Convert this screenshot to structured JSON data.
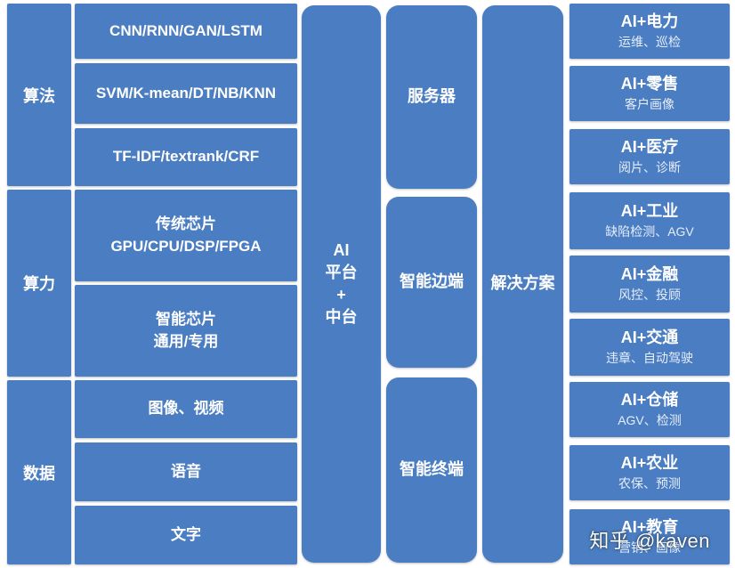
{
  "categories": [
    {
      "label": "算法",
      "items": [
        {
          "lines": [
            "CNN/RNN/GAN/LSTM"
          ]
        },
        {
          "lines": [
            "SVM/K-mean/DT/NB/KNN"
          ]
        },
        {
          "lines": [
            "TF-IDF/textrank/CRF"
          ]
        }
      ]
    },
    {
      "label": "算力",
      "items": [
        {
          "lines": [
            "传统芯片",
            "GPU/CPU/DSP/FPGA"
          ]
        },
        {
          "lines": [
            "智能芯片",
            "通用/专用"
          ]
        }
      ]
    },
    {
      "label": "数据",
      "items": [
        {
          "lines": [
            "图像、视频"
          ]
        },
        {
          "lines": [
            "语音"
          ]
        },
        {
          "lines": [
            "文字"
          ]
        }
      ]
    }
  ],
  "platform": {
    "lines": [
      "AI",
      "平台",
      "+",
      "中台"
    ]
  },
  "deployment": [
    "服务器",
    "智能边端",
    "智能终端"
  ],
  "solution": "解决方案",
  "industries": [
    {
      "title": "AI+电力",
      "sub": "运维、巡检"
    },
    {
      "title": "AI+零售",
      "sub": "客户画像"
    },
    {
      "title": "AI+医疗",
      "sub": "阅片、诊断"
    },
    {
      "title": "AI+工业",
      "sub": "缺陷检测、AGV"
    },
    {
      "title": "AI+金融",
      "sub": "风控、投顾"
    },
    {
      "title": "AI+交通",
      "sub": "违章、自动驾驶"
    },
    {
      "title": "AI+仓储",
      "sub": "AGV、检测"
    },
    {
      "title": "AI+农业",
      "sub": "农保、预测"
    },
    {
      "title": "AI+教育",
      "sub": "营销、画像"
    }
  ],
  "watermark": "知乎 @kaven",
  "colors": {
    "box": "#4a7dc1",
    "text": "#ffffff",
    "background": "#ffffff"
  }
}
